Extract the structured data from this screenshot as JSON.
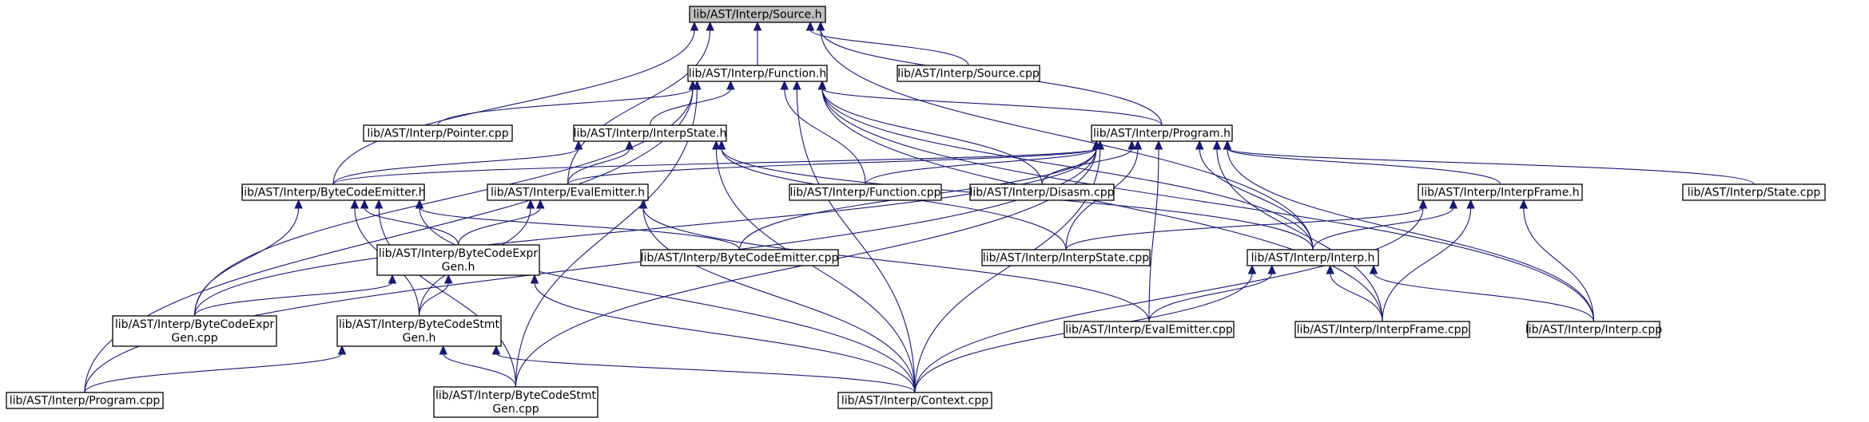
{
  "diagram": {
    "kind": "include-dependency-graph",
    "colors": {
      "edge": "#191970",
      "root_fill": "#bfbfbf",
      "node_fill": "#ffffff",
      "node_border": "#000000"
    },
    "nodes": [
      {
        "id": "source_h",
        "lines": [
          "lib/AST/Interp/Source.h"
        ],
        "root": true
      },
      {
        "id": "function_h",
        "lines": [
          "lib/AST/Interp/Function.h"
        ]
      },
      {
        "id": "source_cpp",
        "lines": [
          "lib/AST/Interp/Source.cpp"
        ]
      },
      {
        "id": "pointer_cpp",
        "lines": [
          "lib/AST/Interp/Pointer.cpp"
        ]
      },
      {
        "id": "interpstate_h",
        "lines": [
          "lib/AST/Interp/InterpState.h"
        ]
      },
      {
        "id": "program_h",
        "lines": [
          "lib/AST/Interp/Program.h"
        ]
      },
      {
        "id": "bytecodeemitter_h",
        "lines": [
          "lib/AST/Interp/ByteCodeEmitter.h"
        ]
      },
      {
        "id": "evalemitter_h",
        "lines": [
          "lib/AST/Interp/EvalEmitter.h"
        ]
      },
      {
        "id": "function_cpp",
        "lines": [
          "lib/AST/Interp/Function.cpp"
        ]
      },
      {
        "id": "disasm_cpp",
        "lines": [
          "lib/AST/Interp/Disasm.cpp"
        ]
      },
      {
        "id": "interpframe_h",
        "lines": [
          "lib/AST/Interp/InterpFrame.h"
        ]
      },
      {
        "id": "state_cpp",
        "lines": [
          "lib/AST/Interp/State.cpp"
        ]
      },
      {
        "id": "bytecodeexprgen_h",
        "lines": [
          "lib/AST/Interp/ByteCodeExpr",
          "Gen.h"
        ]
      },
      {
        "id": "bytecodeemitter_cpp",
        "lines": [
          "lib/AST/Interp/ByteCodeEmitter.cpp"
        ]
      },
      {
        "id": "interpstate_cpp",
        "lines": [
          "lib/AST/Interp/InterpState.cpp"
        ]
      },
      {
        "id": "interp_h",
        "lines": [
          "lib/AST/Interp/Interp.h"
        ]
      },
      {
        "id": "bytecodeexprgen_cpp",
        "lines": [
          "lib/AST/Interp/ByteCodeExpr",
          "Gen.cpp"
        ]
      },
      {
        "id": "bytecodestmtgen_h",
        "lines": [
          "lib/AST/Interp/ByteCodeStmt",
          "Gen.h"
        ]
      },
      {
        "id": "evalemitter_cpp",
        "lines": [
          "lib/AST/Interp/EvalEmitter.cpp"
        ]
      },
      {
        "id": "interpframe_cpp",
        "lines": [
          "lib/AST/Interp/InterpFrame.cpp"
        ]
      },
      {
        "id": "interp_cpp",
        "lines": [
          "lib/AST/Interp/Interp.cpp"
        ]
      },
      {
        "id": "program_cpp",
        "lines": [
          "lib/AST/Interp/Program.cpp"
        ]
      },
      {
        "id": "bytecodestmtgen_cpp",
        "lines": [
          "lib/AST/Interp/ByteCodeStmt",
          "Gen.cpp"
        ]
      },
      {
        "id": "context_cpp",
        "lines": [
          "lib/AST/Interp/Context.cpp"
        ]
      }
    ],
    "edges": [
      [
        "function_h",
        "source_h"
      ],
      [
        "source_cpp",
        "source_h"
      ],
      [
        "program_h",
        "source_h"
      ],
      [
        "bytecodeemitter_h",
        "source_h"
      ],
      [
        "evalemitter_h",
        "source_h"
      ],
      [
        "interp_h",
        "source_h"
      ],
      [
        "pointer_cpp",
        "function_h"
      ],
      [
        "interpstate_h",
        "function_h"
      ],
      [
        "program_h",
        "function_h"
      ],
      [
        "function_cpp",
        "function_h"
      ],
      [
        "disasm_cpp",
        "function_h"
      ],
      [
        "interp_h",
        "function_h"
      ],
      [
        "bytecodeexprgen_cpp",
        "function_h"
      ],
      [
        "program_cpp",
        "function_h"
      ],
      [
        "bytecodestmtgen_cpp",
        "function_h"
      ],
      [
        "interpframe_cpp",
        "function_h"
      ],
      [
        "interp_cpp",
        "function_h"
      ],
      [
        "context_cpp",
        "function_h"
      ],
      [
        "bytecodeemitter_h",
        "interpstate_h"
      ],
      [
        "evalemitter_h",
        "interpstate_h"
      ],
      [
        "interpstate_cpp",
        "interpstate_h"
      ],
      [
        "interp_h",
        "interpstate_h"
      ],
      [
        "context_cpp",
        "interpstate_h"
      ],
      [
        "bytecodeemitter_h",
        "program_h"
      ],
      [
        "evalemitter_h",
        "program_h"
      ],
      [
        "function_cpp",
        "program_h"
      ],
      [
        "disasm_cpp",
        "program_h"
      ],
      [
        "interpframe_h",
        "program_h"
      ],
      [
        "state_cpp",
        "program_h"
      ],
      [
        "bytecodeemitter_cpp",
        "program_h"
      ],
      [
        "interpstate_cpp",
        "program_h"
      ],
      [
        "interp_h",
        "program_h"
      ],
      [
        "evalemitter_cpp",
        "program_h"
      ],
      [
        "interpframe_cpp",
        "program_h"
      ],
      [
        "interp_cpp",
        "program_h"
      ],
      [
        "bytecodeexprgen_cpp",
        "program_h"
      ],
      [
        "program_cpp",
        "program_h"
      ],
      [
        "bytecodestmtgen_cpp",
        "program_h"
      ],
      [
        "context_cpp",
        "program_h"
      ],
      [
        "bytecodeexprgen_h",
        "bytecodeemitter_h"
      ],
      [
        "bytecodestmtgen_h",
        "bytecodeemitter_h"
      ],
      [
        "bytecodeexprgen_cpp",
        "bytecodeemitter_h"
      ],
      [
        "bytecodestmtgen_cpp",
        "bytecodeemitter_h"
      ],
      [
        "bytecodeemitter_cpp",
        "bytecodeemitter_h"
      ],
      [
        "context_cpp",
        "bytecodeemitter_h"
      ],
      [
        "bytecodeexprgen_h",
        "evalemitter_h"
      ],
      [
        "bytecodestmtgen_h",
        "evalemitter_h"
      ],
      [
        "evalemitter_cpp",
        "evalemitter_h"
      ],
      [
        "context_cpp",
        "evalemitter_h"
      ],
      [
        "interpstate_cpp",
        "interpframe_h"
      ],
      [
        "interp_h",
        "interpframe_h"
      ],
      [
        "interpframe_cpp",
        "interpframe_h"
      ],
      [
        "interp_cpp",
        "interpframe_h"
      ],
      [
        "context_cpp",
        "interpframe_h"
      ],
      [
        "bytecodeexprgen_cpp",
        "bytecodeexprgen_h"
      ],
      [
        "bytecodestmtgen_h",
        "bytecodeexprgen_h"
      ],
      [
        "context_cpp",
        "bytecodeexprgen_h"
      ],
      [
        "program_cpp",
        "bytecodestmtgen_h"
      ],
      [
        "bytecodestmtgen_cpp",
        "bytecodestmtgen_h"
      ],
      [
        "context_cpp",
        "bytecodestmtgen_h"
      ],
      [
        "evalemitter_cpp",
        "interp_h"
      ],
      [
        "interpframe_cpp",
        "interp_h"
      ],
      [
        "interp_cpp",
        "interp_h"
      ],
      [
        "context_cpp",
        "interp_h"
      ]
    ]
  }
}
